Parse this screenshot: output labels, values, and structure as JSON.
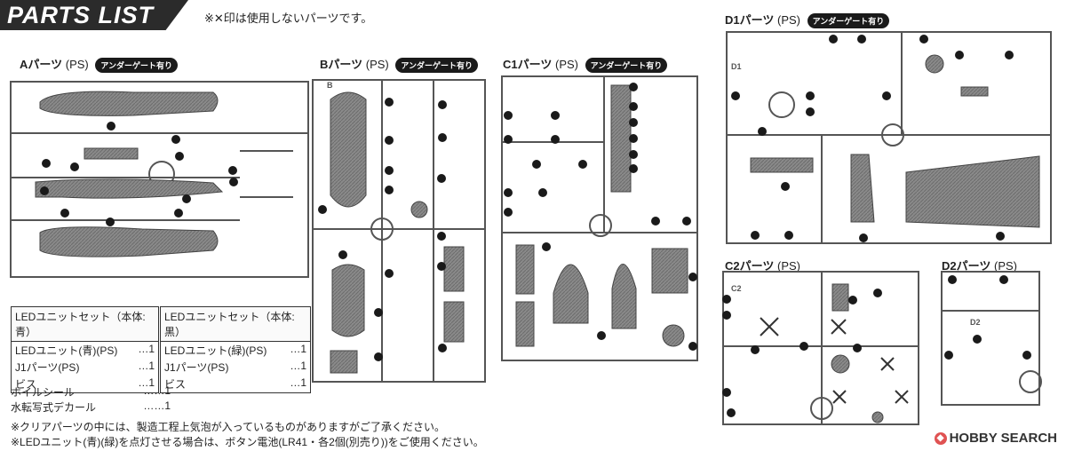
{
  "header": {
    "title": "PARTS LIST",
    "note": "※✕印は使用しないパーツです。"
  },
  "sections": {
    "A": {
      "name": "Aパーツ",
      "material": "(PS)",
      "badge": "アンダーゲート有り"
    },
    "B": {
      "name": "Bパーツ",
      "material": "(PS)",
      "badge": "アンダーゲート有り"
    },
    "C1": {
      "name": "C1パーツ",
      "material": "(PS)",
      "badge": "アンダーゲート有り"
    },
    "D1": {
      "name": "D1パーツ",
      "material": "(PS)",
      "badge": "アンダーゲート有り"
    },
    "C2": {
      "name": "C2パーツ",
      "material": "(PS)"
    },
    "D2": {
      "name": "D2パーツ",
      "material": "(PS)"
    }
  },
  "runner_tags": {
    "B": "B",
    "D1": "D1",
    "C2": "C2",
    "D2": "D2"
  },
  "led_sets": [
    {
      "title": "LEDユニットセット（本体:青）",
      "rows": [
        {
          "label": "LEDユニット(青)(PS)",
          "qty": "1"
        },
        {
          "label": "J1パーツ(PS)",
          "qty": "1"
        },
        {
          "label": "ビス",
          "qty": "1"
        }
      ]
    },
    {
      "title": "LEDユニットセット（本体:黒）",
      "rows": [
        {
          "label": "LEDユニット(緑)(PS)",
          "qty": "1"
        },
        {
          "label": "J1パーツ(PS)",
          "qty": "1"
        },
        {
          "label": "ビス",
          "qty": "1"
        }
      ]
    }
  ],
  "extras": [
    {
      "label": "ホイルシール",
      "qty": "1"
    },
    {
      "label": "水転写式デカール",
      "qty": "1"
    }
  ],
  "footnotes": [
    "※クリアパーツの中には、製造工程上気泡が入っているものがありますがご了承ください。",
    "※LEDユニット(青)(緑)を点灯させる場合は、ボタン電池(LR41・各2個(別売り))をご使用ください。"
  ],
  "watermark": "HOBBY SEARCH"
}
